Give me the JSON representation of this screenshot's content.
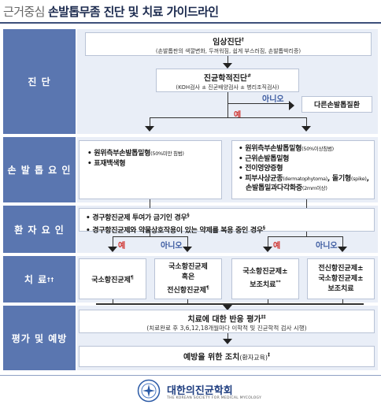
{
  "title": {
    "prefix": "근거중심",
    "main": "손발톱무좀 진단 및 치료 가이드라인"
  },
  "rows": {
    "diagnosis": "진 단",
    "pat_factor": "손 발 톱 요 인",
    "patient_factor": "환 자 요 인",
    "treatment": "치 료",
    "treatment_mark": "††",
    "evaluation": "평가 및 예방"
  },
  "diagnosis": {
    "clinical_title": "임상진단",
    "clinical_mark": "†",
    "clinical_sub": "(손발톱판의 색깔변화, 두꺼워짐, 쉽게 부스러짐, 손발톱박리증)",
    "myco_title": "진균학적진단",
    "myco_mark": "#",
    "myco_sub": "(KOH검사 ± 진균배양검사 ± 병리조직검사)",
    "no_label": "아니오",
    "yes_label": "예",
    "other_disease": "다른손발톱질환"
  },
  "nail_factor": {
    "left_items": [
      {
        "text": "원위측부손발톱밑형",
        "note": "(50%미만 침범)"
      },
      {
        "text": "표재백색형",
        "note": ""
      }
    ],
    "right_items": [
      {
        "text": "원위측부손발톱밑형",
        "note": "(50%이상침범)"
      },
      {
        "text": "근위손발톱밑형",
        "note": ""
      },
      {
        "text": "전이영양증형",
        "note": ""
      },
      {
        "text": "피부사상균종",
        "note": "(dermatophytoma)"
      },
      {
        "text": "손발톱밑과다각화증",
        "note": "(2mm이상)"
      }
    ],
    "item4_suffix": ", 돌기형",
    "item4_suffix_note": "(spike)",
    "item4_suffix2": ","
  },
  "patient_factor": {
    "items": [
      {
        "text": "경구항진균제 투여가 금기인 경우",
        "mark": "§"
      },
      {
        "text": "경구항진균제와 약물상호작용이 있는 약제를 복용 중인 경우",
        "mark": "§"
      }
    ],
    "yes_label_1": "예",
    "no_label_1": "아니오",
    "yes_label_2": "예",
    "no_label_2": "아니오"
  },
  "treatment": {
    "boxes": [
      {
        "line1": "국소항진균제",
        "line2": "",
        "line3": "",
        "mark": "¶"
      },
      {
        "line1": "국소항진균제",
        "line2": "혹은",
        "line3": "전신항진균제",
        "mark": "¶"
      },
      {
        "line1": "국소항진균제±",
        "line2": "보조치료",
        "line3": "",
        "mark": "**"
      },
      {
        "line1": "전신항진균제±",
        "line2": "국소항진균제±",
        "line3": "보조치료",
        "mark": ""
      }
    ]
  },
  "evaluation": {
    "response_title": "치료에 대한 반응 평가",
    "response_mark": "‡‡",
    "response_sub": "(치료완료 후 3,6,12,18개월마다 이학적 및 진균학적 검사 시행)",
    "prevention_title": "예방을 위한 조치",
    "prevention_note": "(환자교육)",
    "prevention_mark": "‡"
  },
  "footer": {
    "society_name": "대한의진균학회",
    "society_en": "THE KOREAN SOCIETY FOR MEDICAL MYCOLOGY"
  },
  "colors": {
    "header": "#5a76b0",
    "row_bg": "#e9eef7",
    "yes": "#d0312d",
    "no": "#3b5aa0",
    "title": "#1b2a4e"
  }
}
